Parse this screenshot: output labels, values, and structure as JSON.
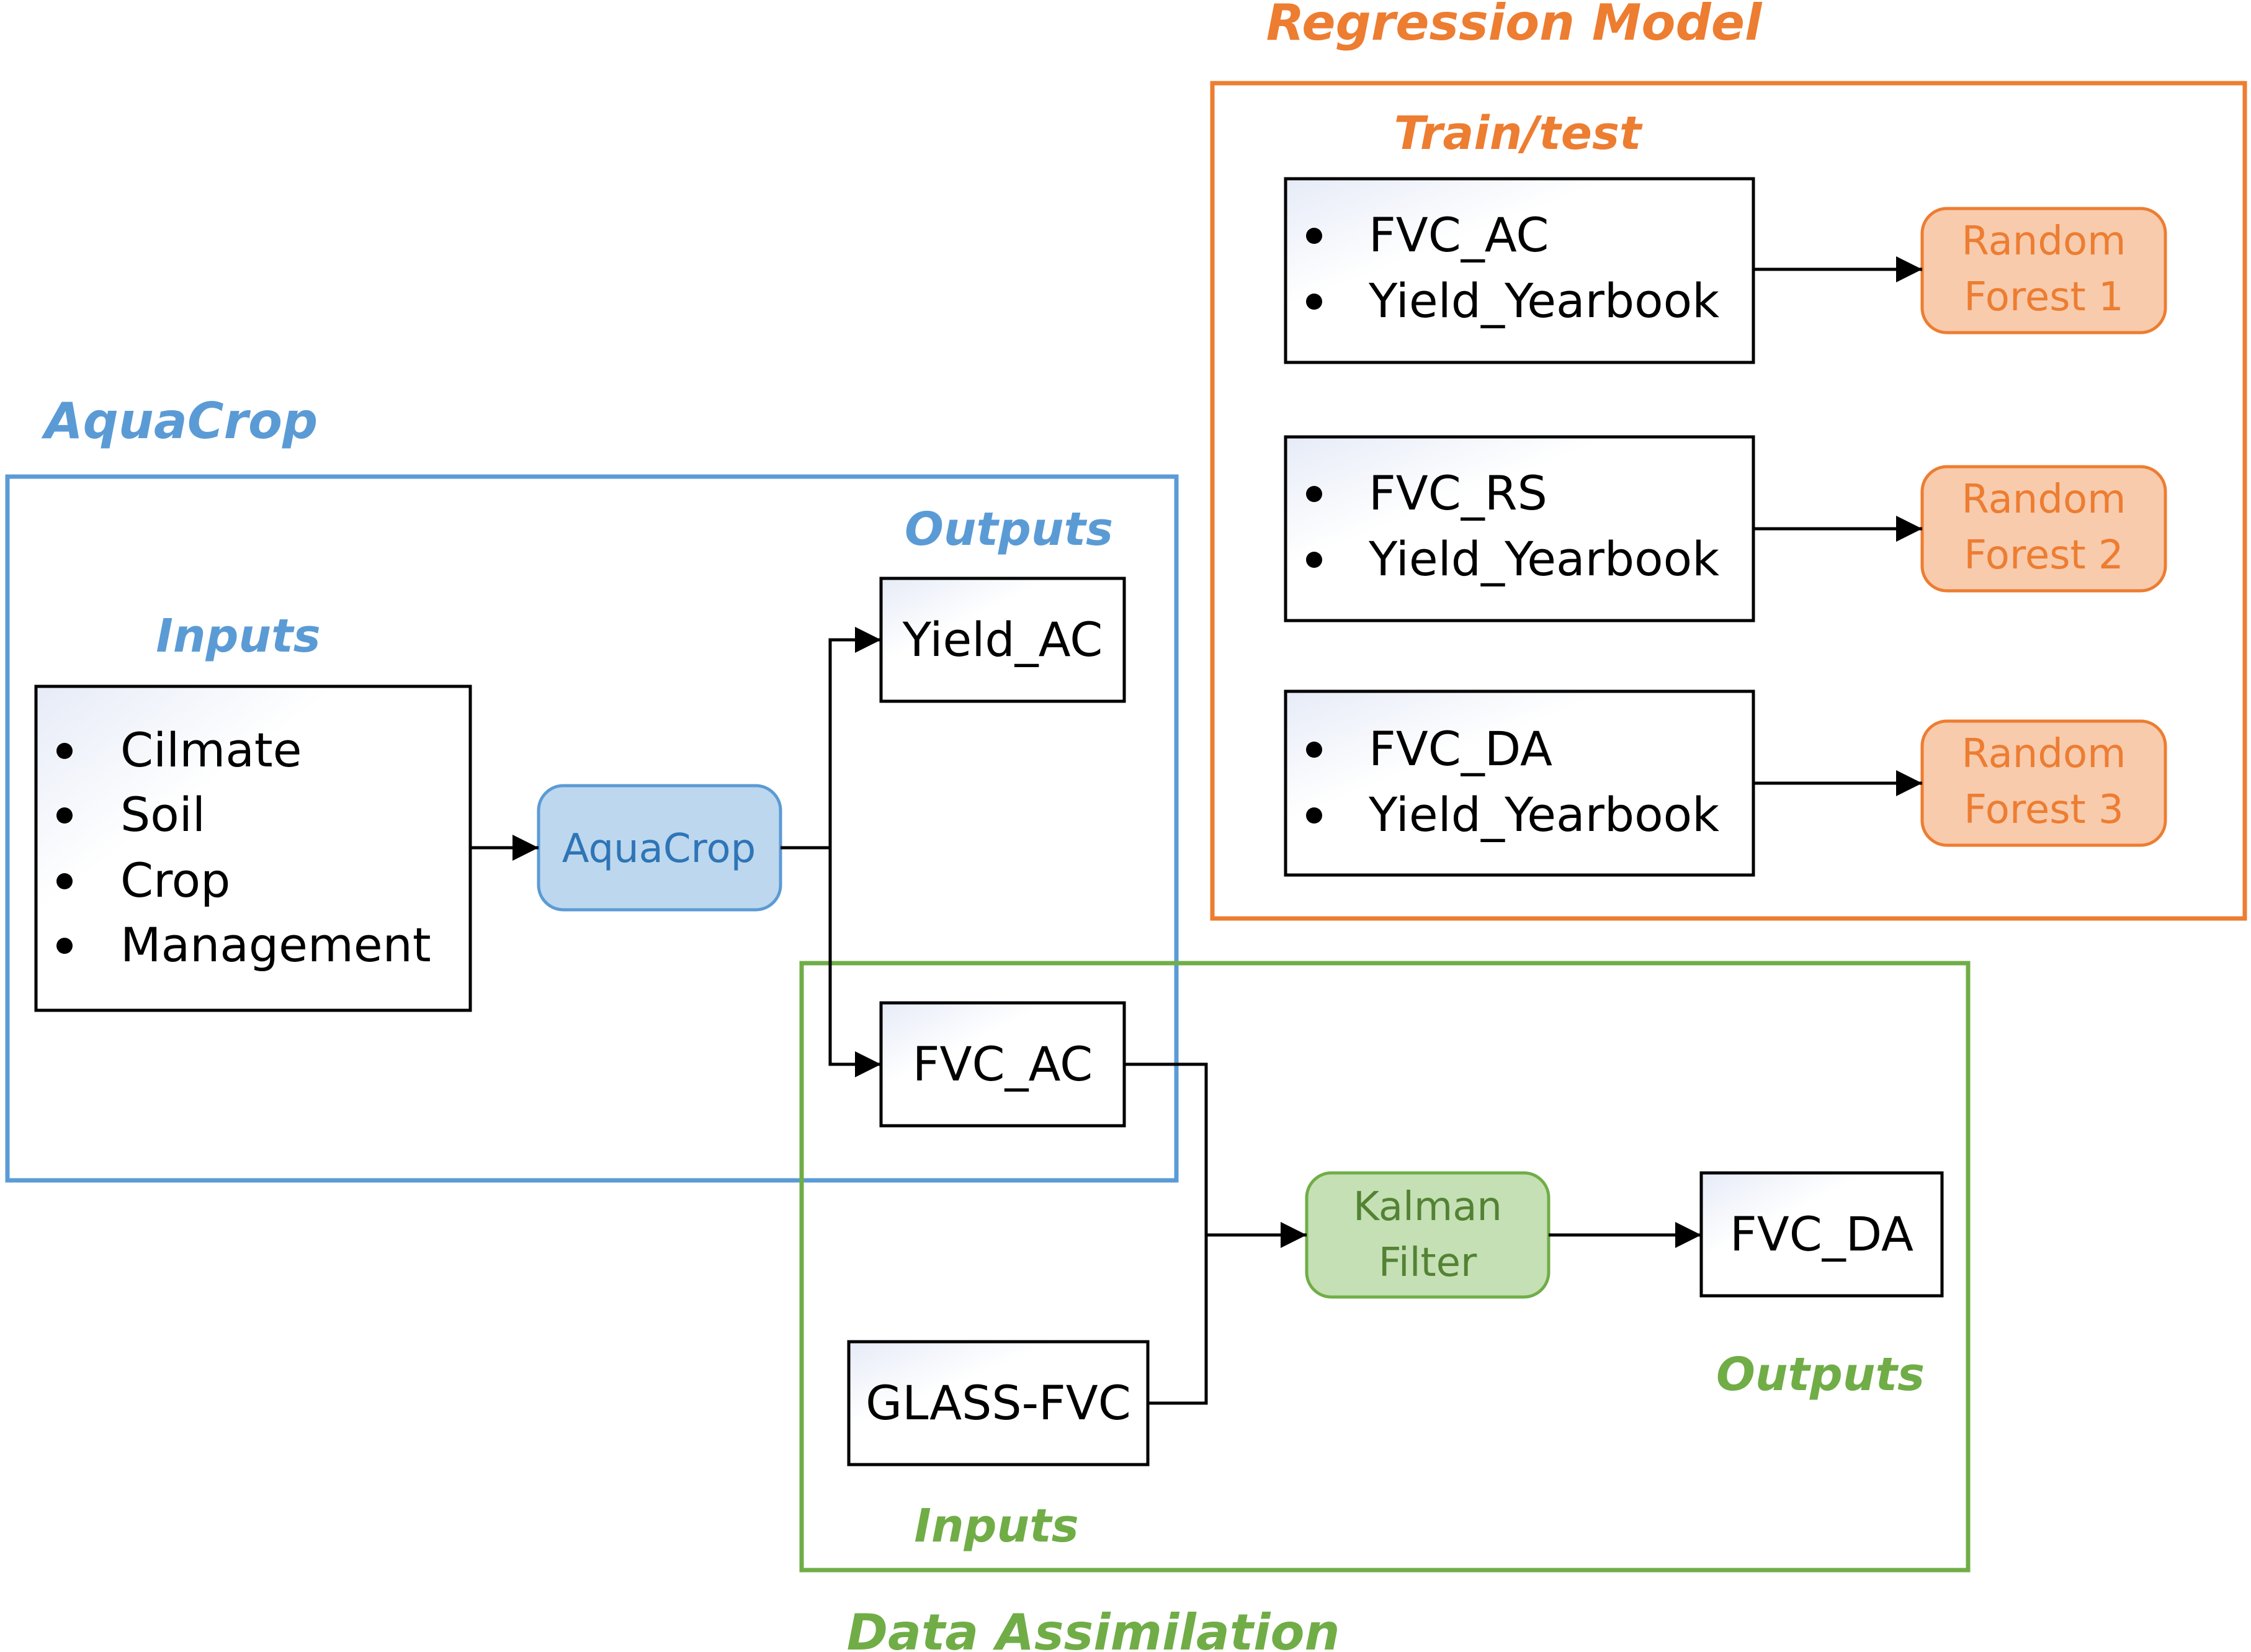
{
  "colors": {
    "aquacrop": "#5B9BD5",
    "regression": "#ED7D31",
    "assimilation": "#70AD47",
    "aquacrop_fill": "#BDD7EE",
    "regression_fill": "#F8CBAD",
    "assimilation_fill": "#C5E0B4"
  },
  "regression_model": {
    "title": "Regression Model",
    "subtitle": "Train/test",
    "rows": [
      {
        "items": [
          "FVC_AC",
          "Yield_Yearbook"
        ],
        "forest": [
          "Random",
          "Forest 1"
        ]
      },
      {
        "items": [
          "FVC_RS",
          "Yield_Yearbook"
        ],
        "forest": [
          "Random",
          "Forest 2"
        ]
      },
      {
        "items": [
          "FVC_DA",
          "Yield_Yearbook"
        ],
        "forest": [
          "Random",
          "Forest 3"
        ]
      }
    ]
  },
  "aquacrop": {
    "title": "AquaCrop",
    "inputs_label": "Inputs",
    "outputs_label": "Outputs",
    "inputs": [
      "Cilmate",
      "Soil",
      "Crop",
      "Management"
    ],
    "process": "AquaCrop",
    "outputs": [
      "Yield_AC",
      "FVC_AC"
    ]
  },
  "data_assimilation": {
    "title": "Data Assimilation",
    "inputs_label": "Inputs",
    "outputs_label": "Outputs",
    "observation": "GLASS-FVC",
    "filter": [
      "Kalman",
      "Filter"
    ],
    "output": "FVC_DA"
  }
}
